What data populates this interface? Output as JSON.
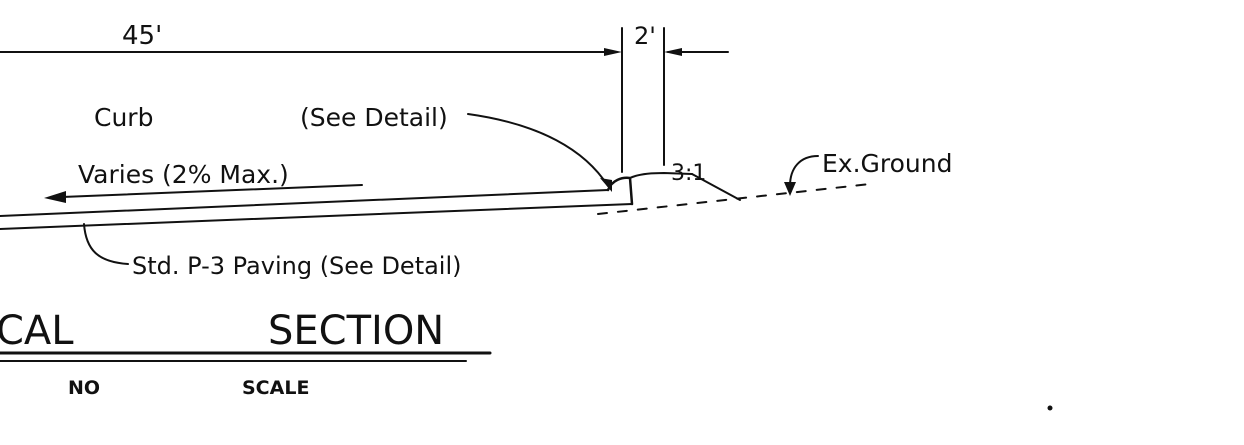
{
  "drawing": {
    "dimensions": {
      "width_main": "45'",
      "width_shoulder": "2'"
    },
    "labels": {
      "curb": "Curb",
      "see_detail": "(See Detail)",
      "cross_slope": "Varies (2% Max.)",
      "side_slope": "3:1",
      "existing_ground": "Ex.Ground",
      "paving": "Std. P-3 Paving (See Detail)"
    },
    "title": {
      "left_fragment": "CAL",
      "right_word": "SECTION",
      "scale_no": "NO",
      "scale_word": "SCALE"
    }
  }
}
